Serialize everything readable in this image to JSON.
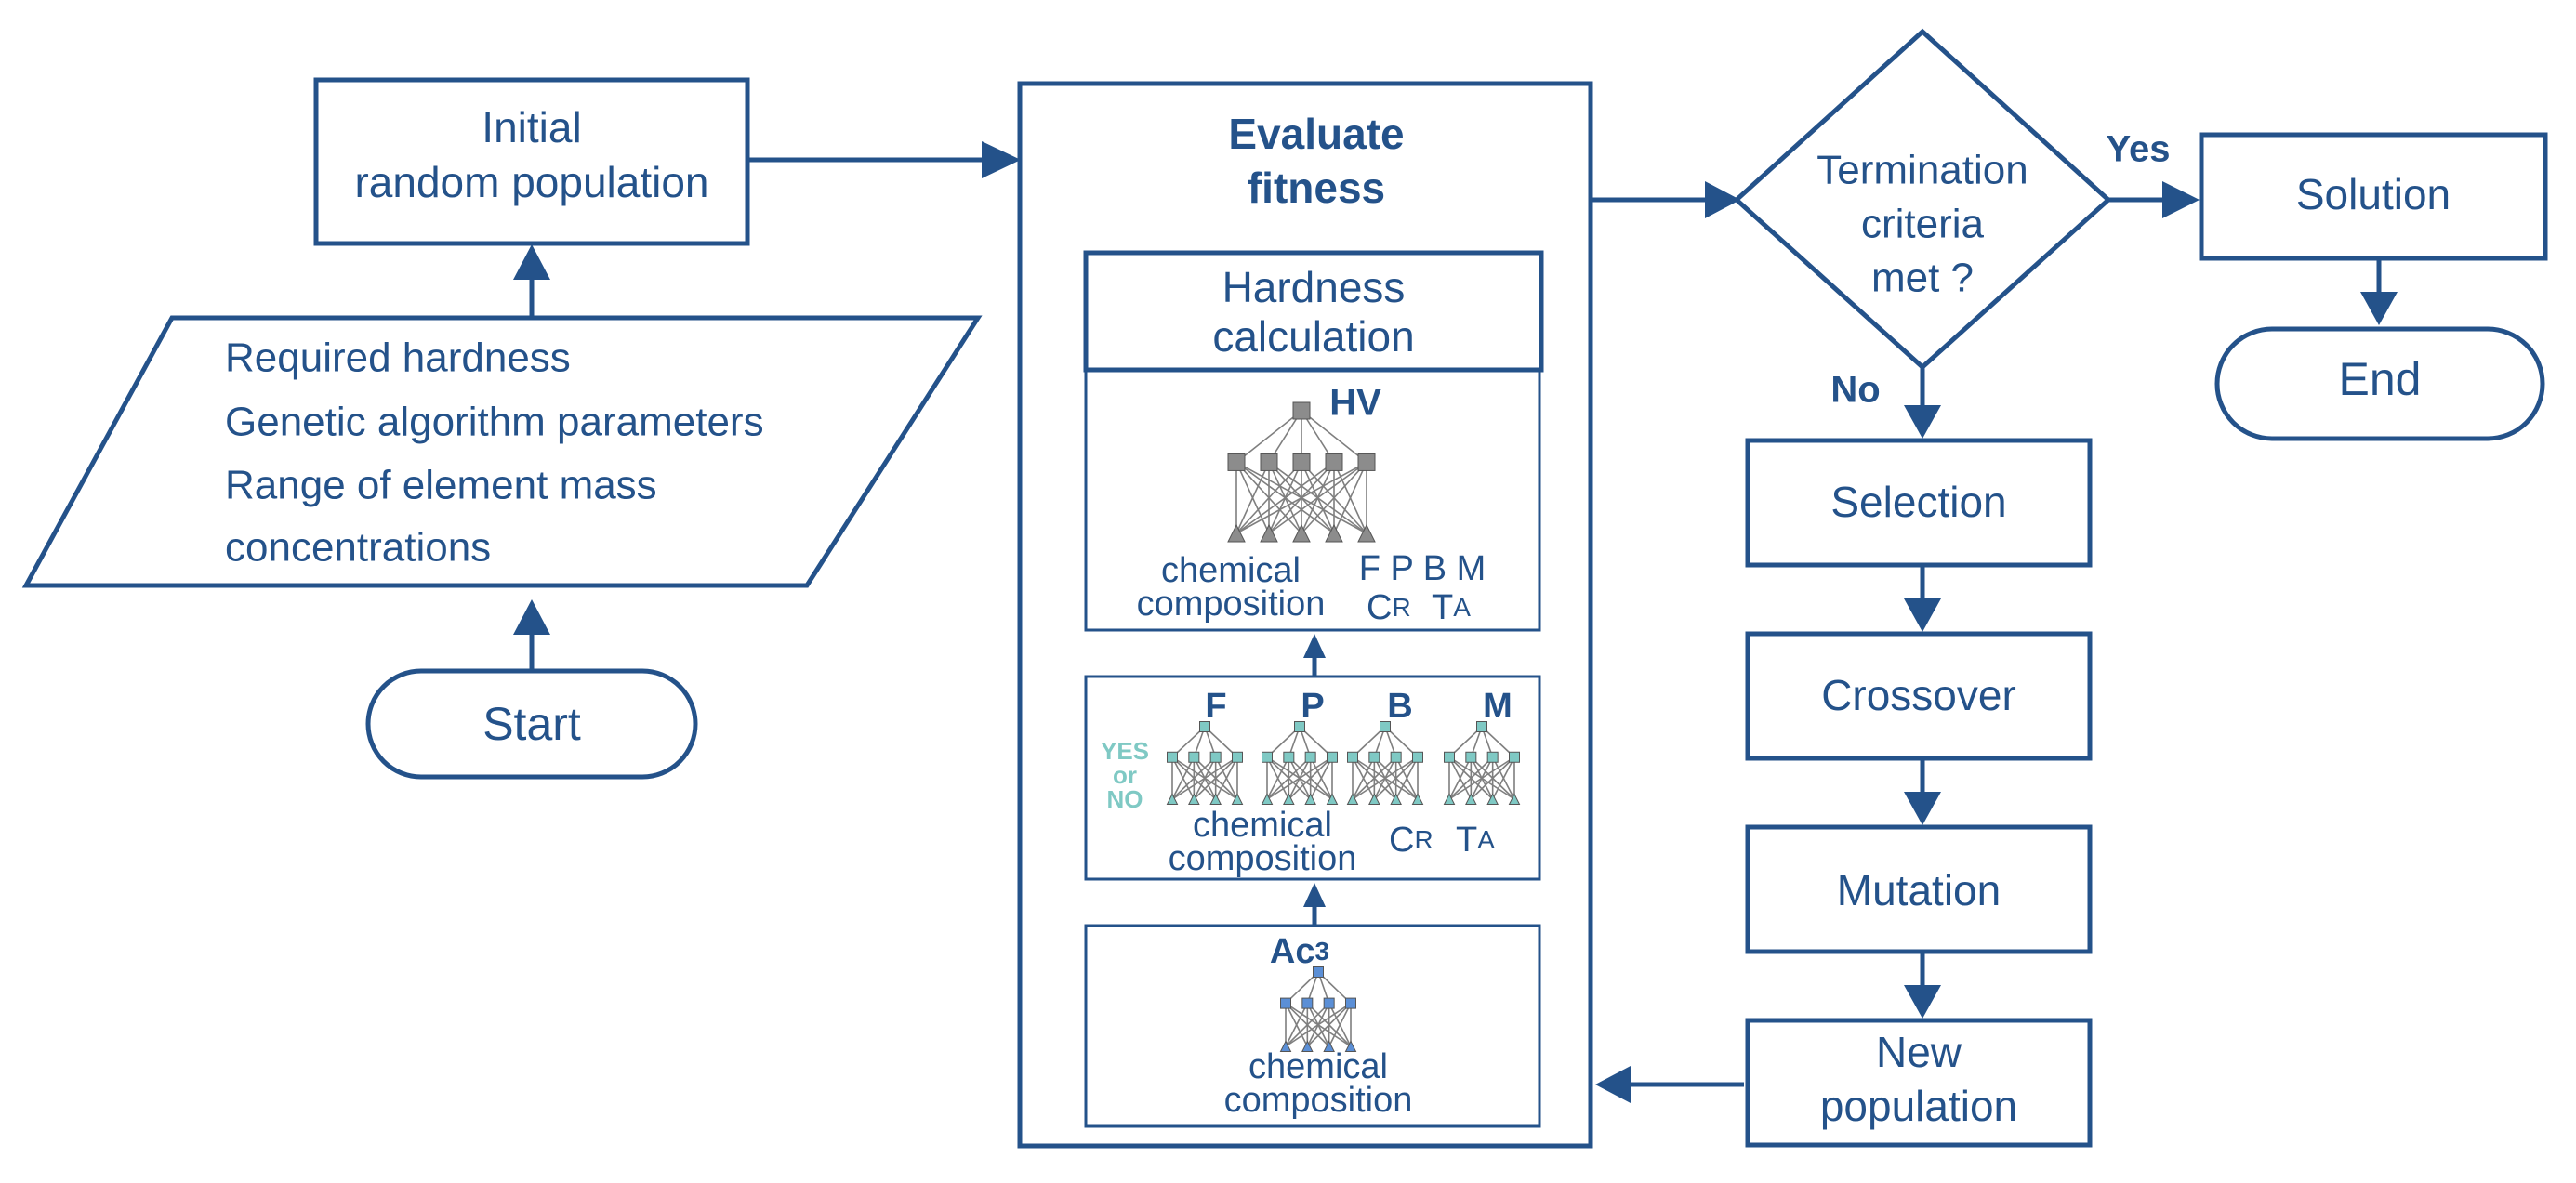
{
  "nodes": {
    "start": "Start",
    "inputs": [
      "Required hardness",
      "Genetic algorithm parameters",
      "Range of element mass",
      "concentrations"
    ],
    "initial_population": [
      "Initial",
      "random population"
    ],
    "evaluate_fitness": [
      "Evaluate",
      "fitness"
    ],
    "hardness_calculation": [
      "Hardness",
      "calculation"
    ],
    "hv_model": {
      "label": "HV",
      "input_left": [
        "chemical",
        "composition"
      ],
      "input_right_1": "F  P  B  M",
      "input_right_2": "C",
      "input_right_2_sub": "R",
      "input_right_3": "T",
      "input_right_3_sub": "A"
    },
    "phase_models": {
      "labels": [
        "F",
        "P",
        "B",
        "M"
      ],
      "output": [
        "YES",
        "or",
        "NO"
      ],
      "input_left": [
        "chemical",
        "composition"
      ],
      "input_right_1": "C",
      "input_right_1_sub": "R",
      "input_right_2": "T",
      "input_right_2_sub": "A"
    },
    "ac3_model": {
      "label": "Ac",
      "label_sub": "3",
      "input": [
        "chemical",
        "composition"
      ]
    },
    "termination": [
      "Termination",
      "criteria",
      "met ?"
    ],
    "yes_label": "Yes",
    "no_label": "No",
    "solution": "Solution",
    "end": "End",
    "selection": "Selection",
    "crossover": "Crossover",
    "mutation": "Mutation",
    "new_population": [
      "New",
      "population"
    ]
  },
  "colors": {
    "primary": "#24528a",
    "hv_net": "#8c8c8c",
    "phase_net": "#7fc9c4",
    "ac3_net": "#5b8fd6"
  }
}
